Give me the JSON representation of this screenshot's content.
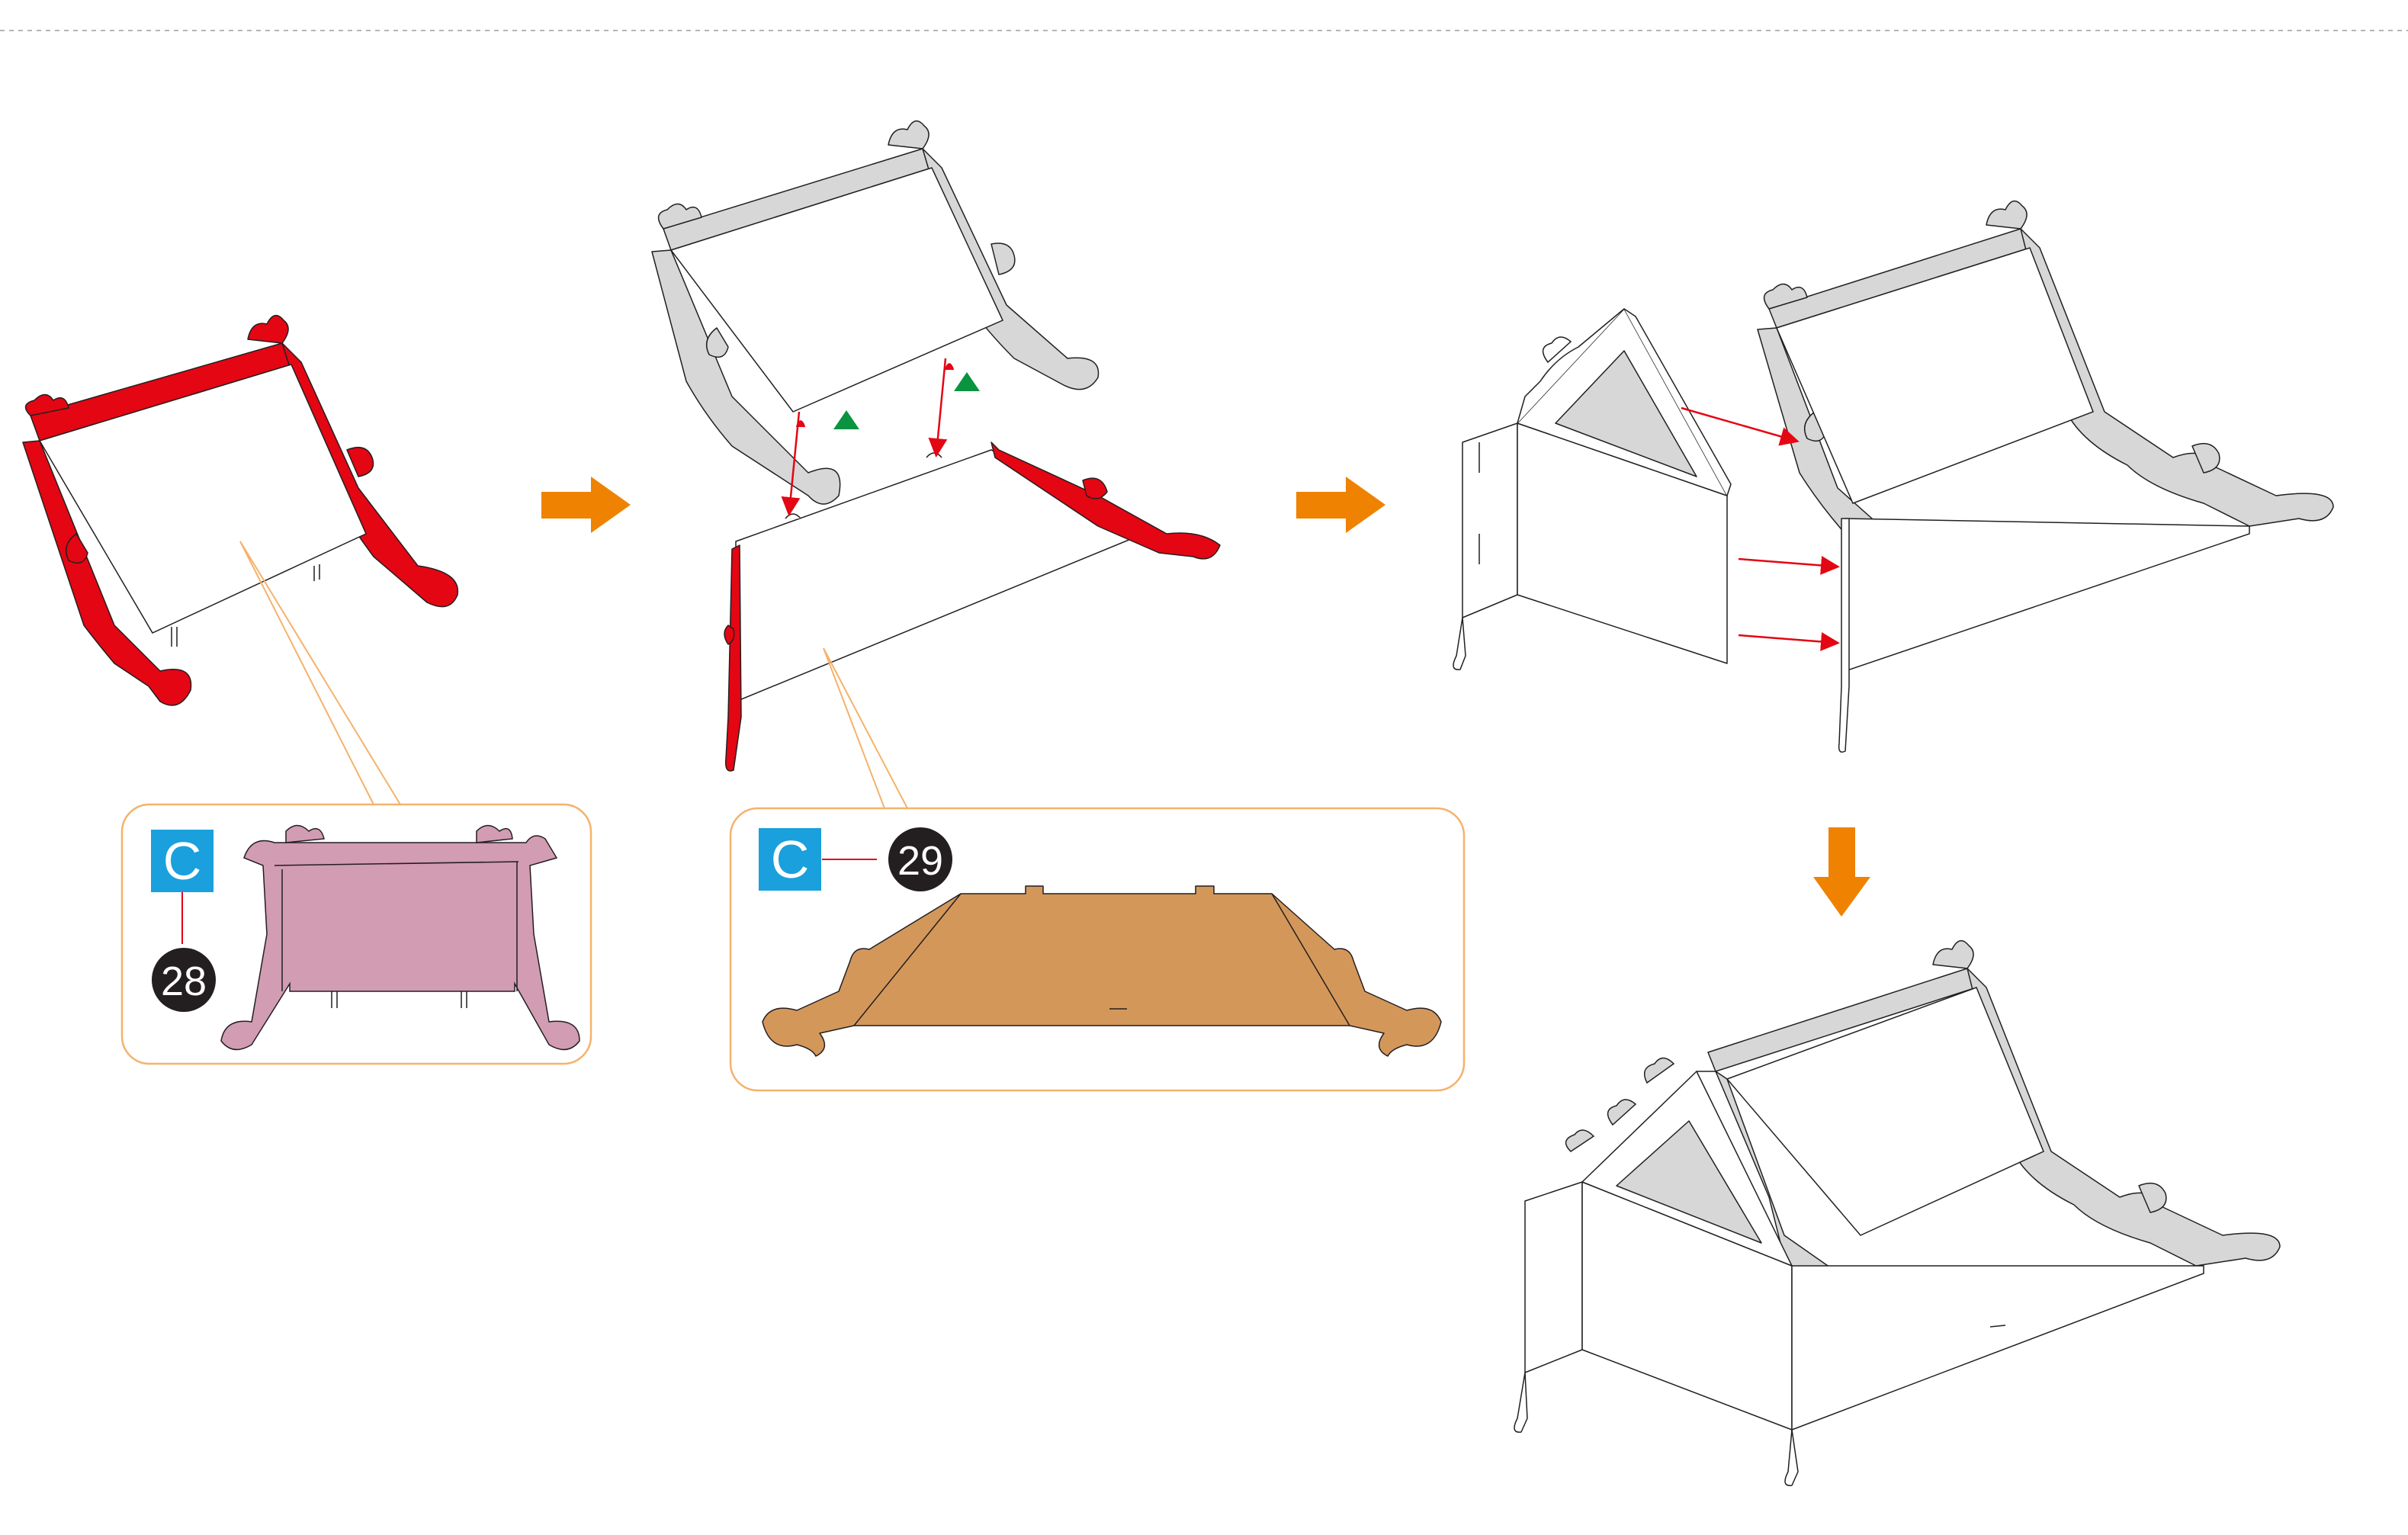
{
  "page": {
    "background": "#ffffff"
  },
  "colors": {
    "new_part_red": "#e40613",
    "arrow_orange": "#ef8200",
    "callout_border": "#f5b26b",
    "badge_blue": "#1aa0dc",
    "badge_black": "#231f20",
    "part28_pink": "#d29cb3",
    "part29_tan": "#d4975a",
    "placed_gray": "#d7d7d7",
    "marker_green": "#0a9440",
    "outline": "#231f20"
  },
  "callouts": [
    {
      "sheet_letter": "C",
      "part_number": "28"
    },
    {
      "sheet_letter": "C",
      "part_number": "29"
    }
  ],
  "step_arrows": [
    {
      "icon": "arrow-right-icon"
    },
    {
      "icon": "arrow-right-icon"
    },
    {
      "icon": "arrow-down-icon"
    }
  ]
}
